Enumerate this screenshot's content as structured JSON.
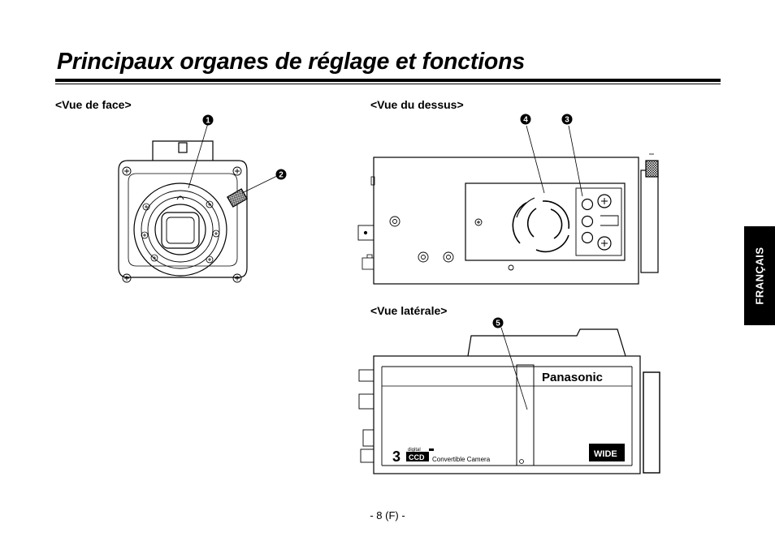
{
  "page": {
    "title": "Principaux organes de réglage et fonctions",
    "language_tab": "FRANÇAIS",
    "page_number": "- 8 (F) -"
  },
  "sections": {
    "front": "<Vue de face>",
    "top": "<Vue du dessus>",
    "side": "<Vue latérale>"
  },
  "callouts": [
    "1",
    "2",
    "3",
    "4",
    "5"
  ],
  "camera_labels": {
    "brand": "Panasonic",
    "digital": "digital",
    "ccd": "CCD",
    "three": "3",
    "model_text": "Convertible Camera",
    "wide_badge": "WIDE"
  }
}
